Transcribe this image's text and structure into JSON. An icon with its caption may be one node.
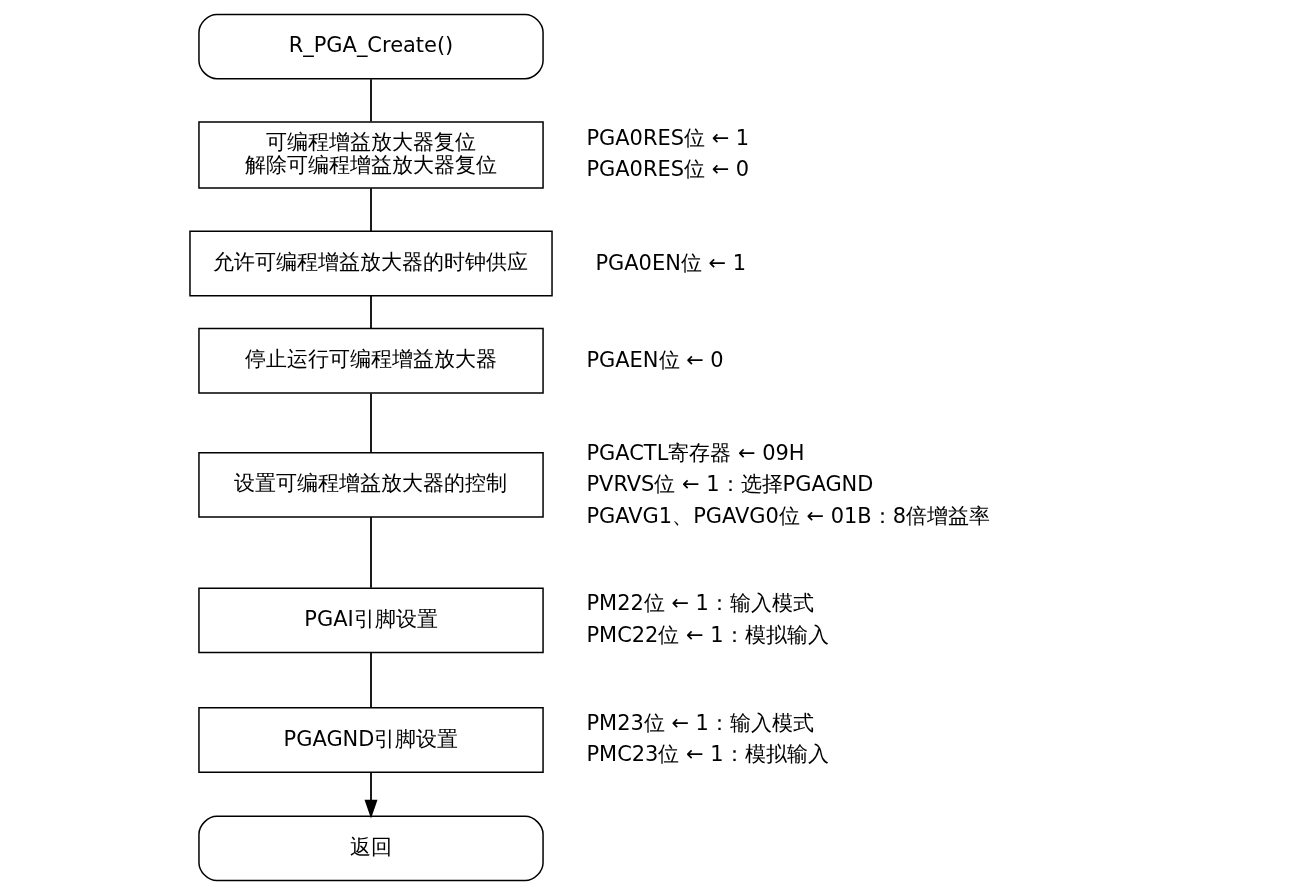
{
  "diagram": {
    "nodes": [
      {
        "text": [
          "R_PGA_Create()"
        ]
      },
      {
        "text": [
          "可编程增益放大器复位",
          "解除可编程增益放大器复位"
        ],
        "beside": [
          "PGA0RES位 ← 1",
          "PGA0RES位 ← 0"
        ]
      },
      {
        "text": [
          "允许可编程增益放大器的时钟供应"
        ],
        "beside": [
          "PGA0EN位 ← 1"
        ]
      },
      {
        "text": [
          "停止运行可编程增益放大器"
        ],
        "beside": [
          "PGAEN位 ← 0"
        ]
      },
      {
        "text": [
          "设置可编程增益放大器的控制"
        ],
        "beside": [
          "PGACTL寄存器 ← 09H",
          "PVRVS位 ← 1：选择PGAGND",
          "PGAVG1、PGAVG0位 ← 01B：8倍增益率"
        ]
      },
      {
        "text": [
          "PGAI引脚设置"
        ],
        "beside": [
          "PM22位 ← 1：输入模式",
          "PMC22位 ← 1：模拟输入"
        ]
      },
      {
        "text": [
          "PGAGND引脚设置"
        ],
        "beside": [
          "PM23位 ← 1：输入模式",
          "PMC23位 ← 1：模拟输入"
        ]
      },
      {
        "text": [
          "返回"
        ]
      }
    ],
    "edges": [
      {
        "from": 0,
        "to": 1,
        "arrow": "none"
      },
      {
        "from": 1,
        "to": 2,
        "arrow": "none"
      },
      {
        "from": 2,
        "to": 3,
        "arrow": "none"
      },
      {
        "from": 3,
        "to": 4,
        "arrow": "none"
      },
      {
        "from": 4,
        "to": 5,
        "arrow": "none"
      },
      {
        "from": 5,
        "to": 6,
        "arrow": "none"
      },
      {
        "from": 6,
        "to": 7,
        "arrow": "to"
      }
    ]
  }
}
